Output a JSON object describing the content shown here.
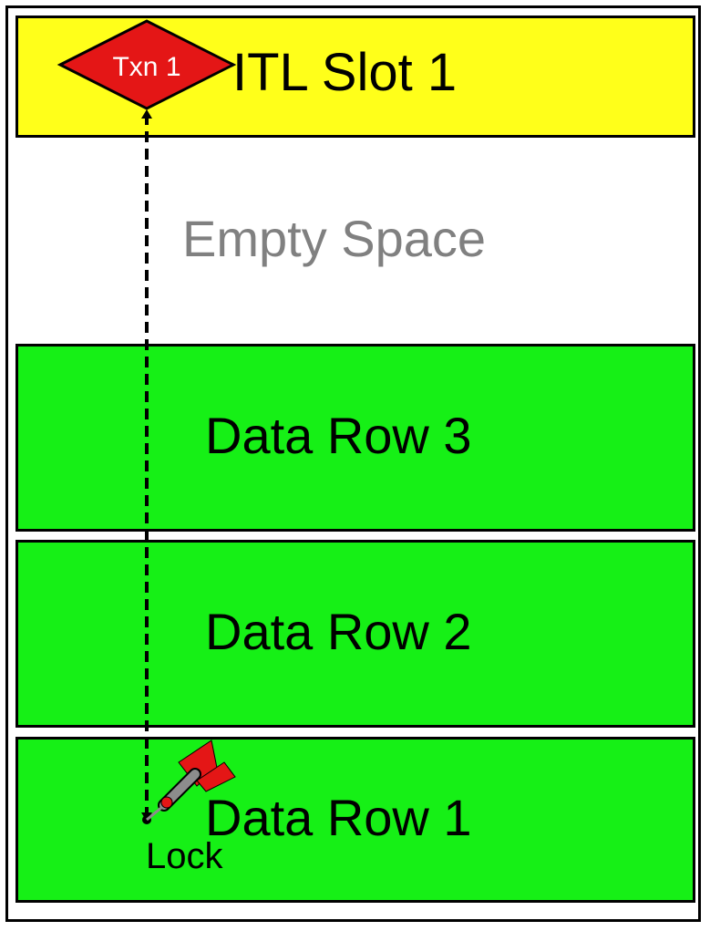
{
  "itl_slot": {
    "label": "ITL Slot 1"
  },
  "transaction": {
    "label": "Txn 1"
  },
  "empty_space": {
    "label": "Empty Space"
  },
  "rows": [
    {
      "label": "Data Row 3"
    },
    {
      "label": "Data Row 2"
    },
    {
      "label": "Data Row 1"
    }
  ],
  "lock": {
    "label": "Lock"
  },
  "colors": {
    "itl_fill": "#ffff1a",
    "row_fill": "#16f016",
    "txn_fill": "#e41616",
    "empty_text": "#808080",
    "dart_red": "#e41616",
    "dart_gray": "#8c8c8c"
  },
  "icons": {
    "lock_marker": "dart-icon"
  }
}
